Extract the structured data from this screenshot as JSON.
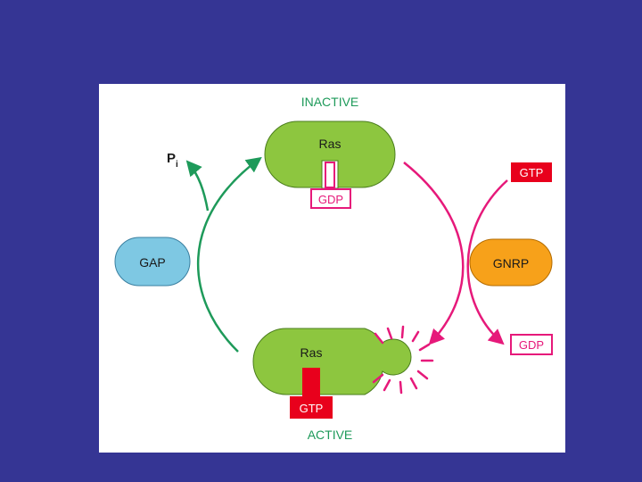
{
  "diagram": {
    "states": {
      "inactive_label": "INACTIVE",
      "active_label": "ACTIVE"
    },
    "inactive_ras": {
      "label": "Ras",
      "nucleotide": "GDP"
    },
    "active_ras": {
      "label": "Ras",
      "nucleotide": "GTP"
    },
    "gap": {
      "label": "GAP"
    },
    "gnrp": {
      "label": "GNRP"
    },
    "phosphate": {
      "label": "P",
      "subscript": "i"
    },
    "gtp_in": {
      "label": "GTP"
    },
    "gdp_out": {
      "label": "GDP"
    },
    "colors": {
      "slide_background": "#353594",
      "panel": "#ffffff",
      "ras_fill": "#8dc63f",
      "gap_fill": "#7ec8e3",
      "gnrp_fill": "#f7a11a",
      "gtp_red": "#e8001c",
      "gdp_magenta": "#e6197a",
      "arrow_green": "#1e9a5a",
      "arrow_magenta": "#e6197a",
      "label_green": "#1e9a5a"
    }
  }
}
